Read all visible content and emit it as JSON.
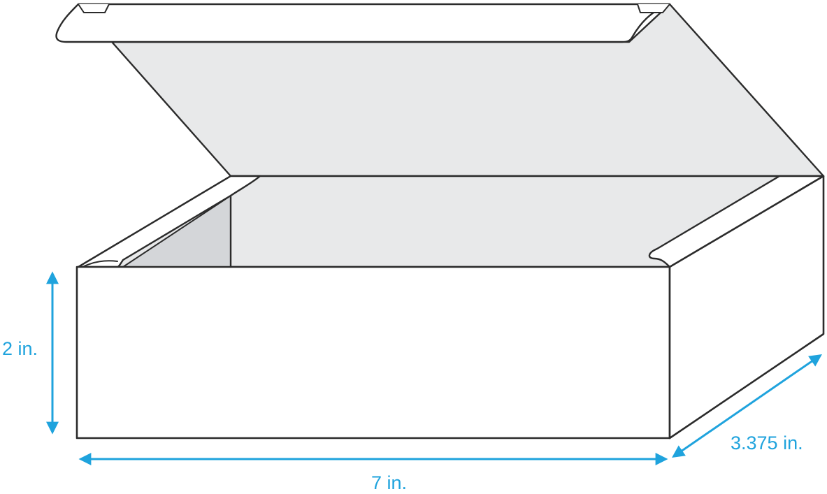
{
  "diagram": {
    "dimensions": {
      "height": "2 in.",
      "length": "7 in.",
      "width": "3.375 in."
    }
  },
  "colors": {
    "outline": "#2b2b2b",
    "box_face": "#ffffff",
    "interior_light": "#e8e9ea",
    "interior_shadow": "#d4d6d9",
    "dimension": "#1fa3dd"
  }
}
